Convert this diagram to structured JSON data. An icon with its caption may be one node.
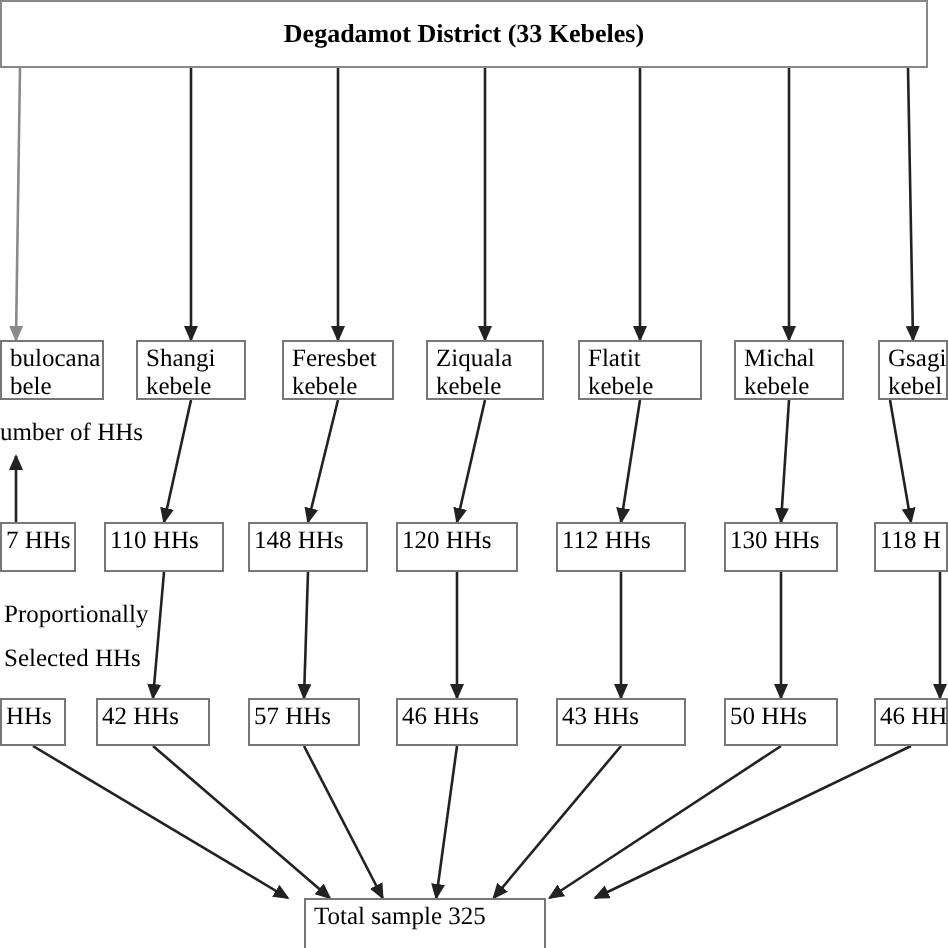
{
  "diagram": {
    "nodes": [
      {
        "text": [
          "Degadamot District (33 Kebeles)"
        ]
      },
      {
        "text": [
          "bulocana bele"
        ]
      },
      {
        "text": [
          "Shangi kebele"
        ]
      },
      {
        "text": [
          "Feresbet kebele"
        ]
      },
      {
        "text": [
          "Ziquala kebele"
        ]
      },
      {
        "text": [
          "Flatit kebele"
        ]
      },
      {
        "text": [
          "Michal kebele"
        ]
      },
      {
        "text": [
          "Gsagi kebel"
        ]
      },
      {
        "text": [
          "umber of HHs"
        ]
      },
      {
        "text": [
          "7 HHs"
        ]
      },
      {
        "text": [
          "110 HHs"
        ]
      },
      {
        "text": [
          "148 HHs"
        ]
      },
      {
        "text": [
          "120 HHs"
        ]
      },
      {
        "text": [
          "112 HHs"
        ]
      },
      {
        "text": [
          "130 HHs"
        ]
      },
      {
        "text": [
          "118 H"
        ]
      },
      {
        "text": [
          "HHs"
        ]
      },
      {
        "text": [
          "42 HHs"
        ]
      },
      {
        "text": [
          "57 HHs"
        ]
      },
      {
        "text": [
          "46 HHs"
        ]
      },
      {
        "text": [
          "43 HHs"
        ]
      },
      {
        "text": [
          "50 HHs"
        ]
      },
      {
        "text": [
          "46 HH"
        ]
      },
      {
        "text": [
          "Total sample 325"
        ]
      }
    ],
    "edges": [
      {
        "from": 0,
        "to": 1,
        "arrow": "to",
        "color": "#8a8a8a"
      },
      {
        "from": 0,
        "to": 2,
        "arrow": "to"
      },
      {
        "from": 0,
        "to": 3,
        "arrow": "to"
      },
      {
        "from": 0,
        "to": 4,
        "arrow": "to"
      },
      {
        "from": 0,
        "to": 5,
        "arrow": "to"
      },
      {
        "from": 0,
        "to": 6,
        "arrow": "to"
      },
      {
        "from": 0,
        "to": 7,
        "arrow": "to"
      },
      {
        "from": 9,
        "to": 8,
        "arrow": "to"
      },
      {
        "from": 2,
        "to": 10,
        "arrow": "to"
      },
      {
        "from": 3,
        "to": 11,
        "arrow": "to"
      },
      {
        "from": 4,
        "to": 12,
        "arrow": "to"
      },
      {
        "from": 5,
        "to": 13,
        "arrow": "to"
      },
      {
        "from": 6,
        "to": 14,
        "arrow": "to"
      },
      {
        "from": 7,
        "to": 15,
        "arrow": "to"
      },
      {
        "from": 10,
        "to": 17,
        "arrow": "to"
      },
      {
        "from": 11,
        "to": 18,
        "arrow": "to"
      },
      {
        "from": 12,
        "to": 19,
        "arrow": "to"
      },
      {
        "from": 13,
        "to": 20,
        "arrow": "to"
      },
      {
        "from": 14,
        "to": 21,
        "arrow": "to"
      },
      {
        "from": 15,
        "to": 22,
        "arrow": "to"
      },
      {
        "from": 16,
        "to": 23,
        "arrow": "to"
      },
      {
        "from": 17,
        "to": 23,
        "arrow": "to"
      },
      {
        "from": 18,
        "to": 23,
        "arrow": "to"
      },
      {
        "from": 19,
        "to": 23,
        "arrow": "to"
      },
      {
        "from": 20,
        "to": 23,
        "arrow": "to"
      },
      {
        "from": 21,
        "to": 23,
        "arrow": "to"
      },
      {
        "from": 22,
        "to": 23,
        "arrow": "to"
      }
    ],
    "labels": [
      "Proportionally Selected HHs"
    ]
  }
}
